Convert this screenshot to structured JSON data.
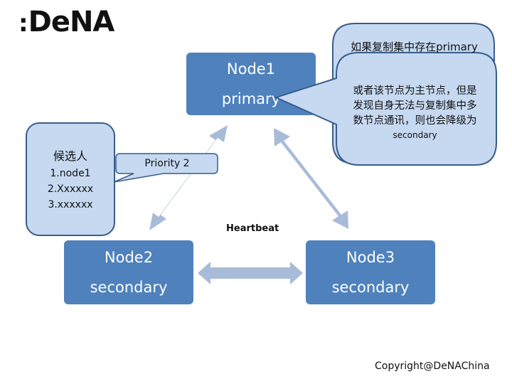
{
  "logo": {
    "colon": ":",
    "text": "DeNA"
  },
  "nodes": [
    {
      "name": "Node1",
      "role": "primary"
    },
    {
      "name": "Node2",
      "role": "secondary"
    },
    {
      "name": "Node3",
      "role": "secondary"
    }
  ],
  "candidates": {
    "title": "候选人",
    "items": [
      "1.node1",
      "2.Xxxxxx",
      "3.xxxxxx"
    ]
  },
  "priority_label": "Priority 2",
  "notes": {
    "back": "如果复制集中存在primary",
    "front_lines": [
      "或者该节点为主节点，但是",
      "发现自身无法与复制集中多",
      "数节点通讯，则也会降级为"
    ],
    "front_sub": "secondary"
  },
  "heartbeat_label": "Heartbeat",
  "copyright": "Copyright@DeNAChina",
  "colors": {
    "node_fill": "#4f81bd",
    "callout_fill": "#c6d9f1",
    "callout_border": "#385d8a",
    "arrow_fill": "#a8bcd9"
  }
}
